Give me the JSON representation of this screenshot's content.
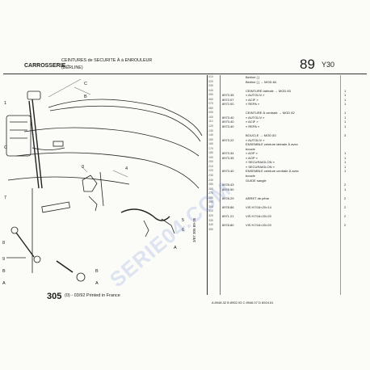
{
  "header": {
    "section": "CARROSSERIE -",
    "title": "CEINTURES de SECURITE À à ENROULEUR",
    "subtitle": "(BERLINE)",
    "page_number": "89",
    "group_code": "Y30"
  },
  "callouts": [
    "C",
    "B",
    "1",
    "C",
    "3",
    "4",
    "7",
    "5",
    "6",
    "A",
    "8",
    "9",
    "B",
    "A",
    "B",
    "A"
  ],
  "vertical_code": "3/87  305  89-35",
  "rows": [
    {
      "ln": "010",
      "ref": "",
      "desc": "Berline [ ]",
      "qty": ""
    },
    {
      "ln": "020",
      "ref": "",
      "desc": "Berline [ ] → MOD 84",
      "qty": ""
    },
    {
      "ln": "030",
      "ref": "",
      "desc": "",
      "qty": ""
    },
    {
      "ln": "040",
      "ref": "",
      "desc": "CEINTURE latérale → MOD 83",
      "qty": "1"
    },
    {
      "ln": "050",
      "ref": "8973.35",
      "desc": "« AUTOLIV »",
      "qty": "1"
    },
    {
      "ln": "060",
      "ref": "8972.07",
      "desc": "« ACIF »",
      "qty": "1"
    },
    {
      "ln": "070",
      "ref": "8972.00",
      "desc": "« REPA »",
      "qty": "1"
    },
    {
      "ln": "080",
      "ref": "",
      "desc": "",
      "qty": ""
    },
    {
      "ln": "090",
      "ref": "",
      "desc": "CEINTURE À centrale → MOD 82",
      "qty": "1"
    },
    {
      "ln": "100",
      "ref": "8973.40",
      "desc": "« AUTOLIV »",
      "qty": "1"
    },
    {
      "ln": "110",
      "ref": "8973.40",
      "desc": "« ACIF »",
      "qty": "1"
    },
    {
      "ln": "120",
      "ref": "8973.40",
      "desc": "« REPA »",
      "qty": "1"
    },
    {
      "ln": "130",
      "ref": "",
      "desc": "",
      "qty": ""
    },
    {
      "ln": "140",
      "ref": "",
      "desc": "BOUCLE → MOD 83",
      "qty": "3"
    },
    {
      "ln": "150",
      "ref": "8973.22",
      "desc": "« AUTOLIV »",
      "qty": ""
    },
    {
      "ln": "160",
      "ref": "",
      "desc": "ENSEMBLE ceinture latérale À avec",
      "qty": ""
    },
    {
      "ln": "170",
      "ref": "",
      "desc": "boucle",
      "qty": ""
    },
    {
      "ln": "180",
      "ref": "8973.34",
      "desc": "« AOP »",
      "qty": "1"
    },
    {
      "ln": "190",
      "ref": "8973.35",
      "desc": "« AOP »",
      "qty": "1"
    },
    {
      "ln": "200",
      "ref": "",
      "desc": "« SECURAIGLON »",
      "qty": "1"
    },
    {
      "ln": "210",
      "ref": "",
      "desc": "« SECURAIGLON »",
      "qty": "1"
    },
    {
      "ln": "220",
      "ref": "8973.40",
      "desc": "ENSEMBLE ceinture centrale À avec",
      "qty": "1"
    },
    {
      "ln": "230",
      "ref": "",
      "desc": "boucle",
      "qty": ""
    },
    {
      "ln": "240",
      "ref": "",
      "desc": "GUIDE sangle",
      "qty": ""
    },
    {
      "ln": "250",
      "ref": "8978.43",
      "desc": "",
      "qty": "2"
    },
    {
      "ln": "260",
      "ref": "8978.50",
      "desc": "",
      "qty": "1"
    },
    {
      "ln": "270",
      "ref": "",
      "desc": "",
      "qty": ""
    },
    {
      "ln": "280",
      "ref": "8978.29",
      "desc": "ARRET de pêne",
      "qty": "2"
    },
    {
      "ln": "290",
      "ref": "",
      "desc": "",
      "qty": ""
    },
    {
      "ln": "300",
      "ref": "8978.86",
      "desc": "VIS H7/16×20×14",
      "qty": "2"
    },
    {
      "ln": "310",
      "ref": "",
      "desc": "",
      "qty": ""
    },
    {
      "ln": "320",
      "ref": "8971.21",
      "desc": "VIS H7/16×20×20",
      "qty": "2"
    },
    {
      "ln": "330",
      "ref": "",
      "desc": "",
      "qty": ""
    },
    {
      "ln": "340",
      "ref": "8978.80",
      "desc": "VIS H7/16×20×20",
      "qty": "2"
    },
    {
      "ln": "350",
      "ref": "",
      "desc": "",
      "qty": ""
    }
  ],
  "watermark": "SERIE04.COM",
  "footer": {
    "model": "305",
    "print_info": "(0) - 03/92 Printed in France",
    "references": "A 8948.32 B 8952.93 C 8946.07 D 8924.51"
  }
}
